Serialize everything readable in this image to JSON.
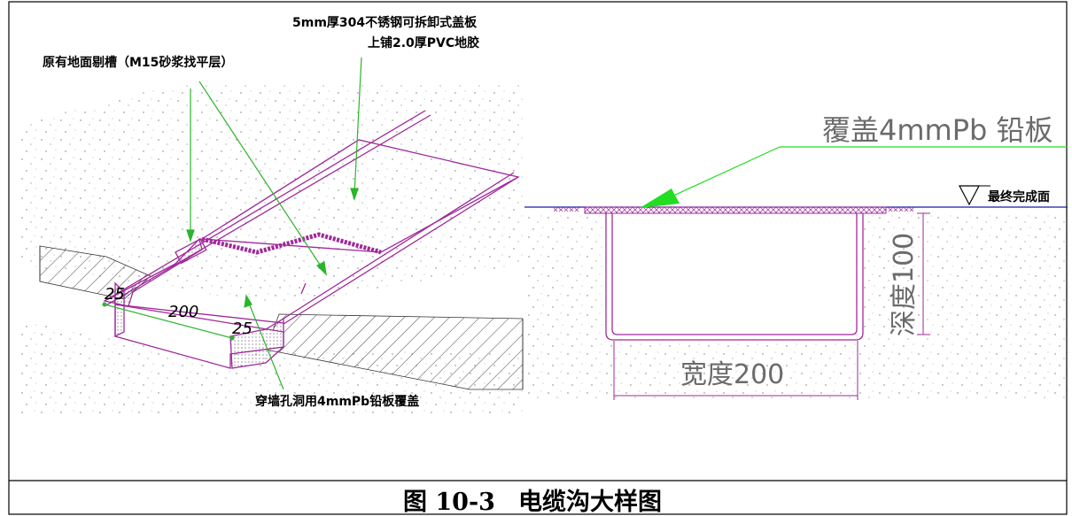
{
  "left_drawing": {
    "label_cover": "5mm厚304不锈钢可拆卸式盖板",
    "label_cover_finish": "上铺2.0厚PVC地胶",
    "label_ground": "原有地面剔槽（M15砂浆找平层）",
    "label_wall_hole": "穿墙孔洞用4mmPb铅板覆盖",
    "dim_left": "25",
    "dim_width": "200",
    "dim_right": "25"
  },
  "right_drawing": {
    "label_lead": "覆盖4mmPb 铅板",
    "label_finish": "最终完成面",
    "dim_depth": "深度100",
    "dim_width": "宽度200"
  },
  "caption": {
    "number": "图 10-3",
    "title": "电缆沟大样图"
  },
  "colors": {
    "magenta": "#a0289a",
    "green": "#2bb52b",
    "bright_green": "#22dd22",
    "blue": "#1a1aa8",
    "grey_text": "#6b6b6b"
  }
}
